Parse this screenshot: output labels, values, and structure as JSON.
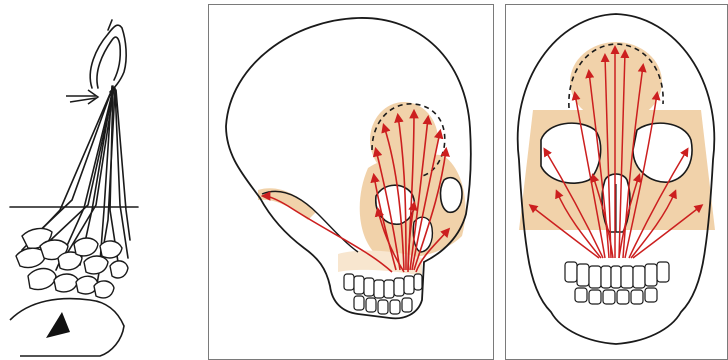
{
  "figure": {
    "panels": [
      {
        "id": "a",
        "view": "lateral-sagittal-trajectory-sketch",
        "frame": false
      },
      {
        "id": "b",
        "view": "oblique-skull",
        "frame": true
      },
      {
        "id": "c",
        "view": "frontal-skull",
        "frame": true
      }
    ],
    "colors": {
      "line": "#1a1a1a",
      "arrow": "#cc1f1f",
      "bone_tint": "#f1d2aa",
      "bone_tint_light": "#f8e6cf",
      "frame": "#7a7a7a"
    },
    "icons": [
      "pointer-arrow-icon",
      "triangle-marker-icon"
    ]
  }
}
